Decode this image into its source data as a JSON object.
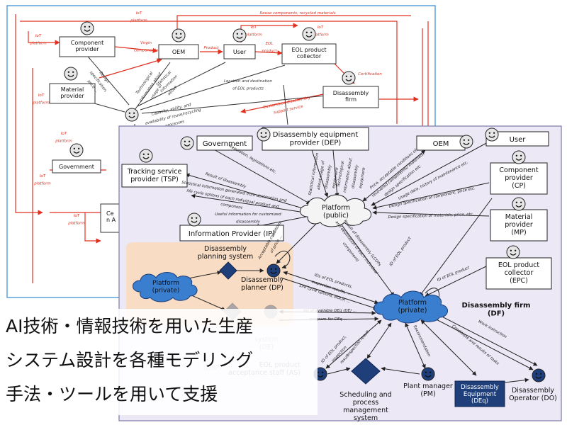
{
  "colors": {
    "back_edge": "#e03020",
    "front_bg": "#ece8f6",
    "front_border": "#7a7aa8",
    "back_border": "#5aa0dc",
    "private_zone": "#f8dcc4",
    "cloud_blue": "#3a7ed0",
    "cloud_white": "#f4f4f4",
    "navy": "#1e3f7a",
    "edge": "#222222"
  },
  "back_diagram": {
    "nodes": {
      "component_provider": "Component\nprovider",
      "oem": "OEM",
      "user": "User",
      "eol_collector": "EOL product\ncollector",
      "material_provider": "Material\nprovider",
      "disassembly_firm": "Disassembly\nfirm",
      "government": "Government",
      "cert": "Ce\nn A"
    },
    "edges": {
      "iot_platform": "IoT\nplatform",
      "reuse": "Reuse components, recycled materials",
      "virgin": "Virgin\ncomponents",
      "product": "Product",
      "eol": "EOL\nproduct",
      "certification": "Certification",
      "location": "Location and destination\nof EOL products",
      "customized": "Customized disassembly\nsupport service",
      "capacity": "Capacity, ability, and\navailability of reuse/recycling\nprocesses",
      "technological": "Technological\ninformation about\nusage of",
      "statistical": "Statistical\ninformation\nabout ...",
      "component_specs": "Design\nspecification,\nprice ..."
    }
  },
  "front_diagram": {
    "nodes": {
      "government": "Government",
      "dep": "Disassembly equipment\nprovider (DEP)",
      "oem": "OEM",
      "user": "User",
      "tsp": "Tracking service\nprovider (TSP)",
      "cp": "Component\nprovider\n(CP)",
      "mp": "Material\nprovider\n(MP)",
      "epc": "EOL product\ncollector\n(EPC)",
      "ip": "Information Provider (IP)",
      "platform_public": "Platform\n(public)",
      "dps": "Disassembly\nplanning system",
      "platform_private_left": "Platform\n(private)",
      "dp": "Disassembly\nplanner (DP)",
      "platform_private_df": "Platform\n(private)",
      "df": "Disassembly firm\n(DF)",
      "de_system": "system\n(DE)",
      "dsp_label": "(DSP)",
      "aas": "EOL product\nacceptance staff (AS)",
      "spms": "Scheduling and\nprocess\nmanagement\nsystem",
      "pm": "Plant manager\n(PM)",
      "deq": "Disassembly\nEquipment\n(DEq)",
      "do": "Disassembly\nOperator (DO)"
    },
    "edges": {
      "regulation": "Regulation, legislations etc.",
      "result_disassembly": "Result of disassembly",
      "statistical": "Statistical information generated from  destination and\nlife cycle options of each individual product and\ncomponent",
      "useful_info": "Useful information for customized\ndisassembly",
      "stat_dep": "Statistical information\nabout usage of\ndisassembly\nequipment",
      "tech_dep": "Technological\ninformation about\ndisassembly\nequipment",
      "price_oem": "Price, acceptable conditions of\nrecovered components/ materials,\ndesign specification etc.",
      "usage_data": "Usage data, history of maintenance etc.",
      "design_spec_cp": "Design specification of component, price etc.",
      "design_spec_mp": "Design specification of materials, price, etc.",
      "id_eol": "ID of EOL product",
      "id_eol2": "ID of EOL product",
      "result_lcop": "Result of disassembly (LCOPs\nand destination of each individual\ncomponent)",
      "ids_eol": "IDs of EOL products,\ninspection results, ...",
      "life_cycle": "Life cycle options, BOOP, ...",
      "plan_list": "... list of available DEq (DE) ...",
      "acceptable": "Acceptable conditions\nof price ...",
      "inspection": "Inspection result",
      "id_inspection": "ID of EOL product,\ninspection\nresult",
      "recommendation": "Recommendation",
      "conditions": "Conditions and results of tasks",
      "work_instruction": "Work instruction",
      "disassembly_sched": "... program for DEq ..."
    }
  },
  "caption": {
    "line1": "AI技術・情報技術を用いた生産",
    "line2": "システム設計を各種モデリング",
    "line3": "手法・ツールを用いて支援"
  }
}
